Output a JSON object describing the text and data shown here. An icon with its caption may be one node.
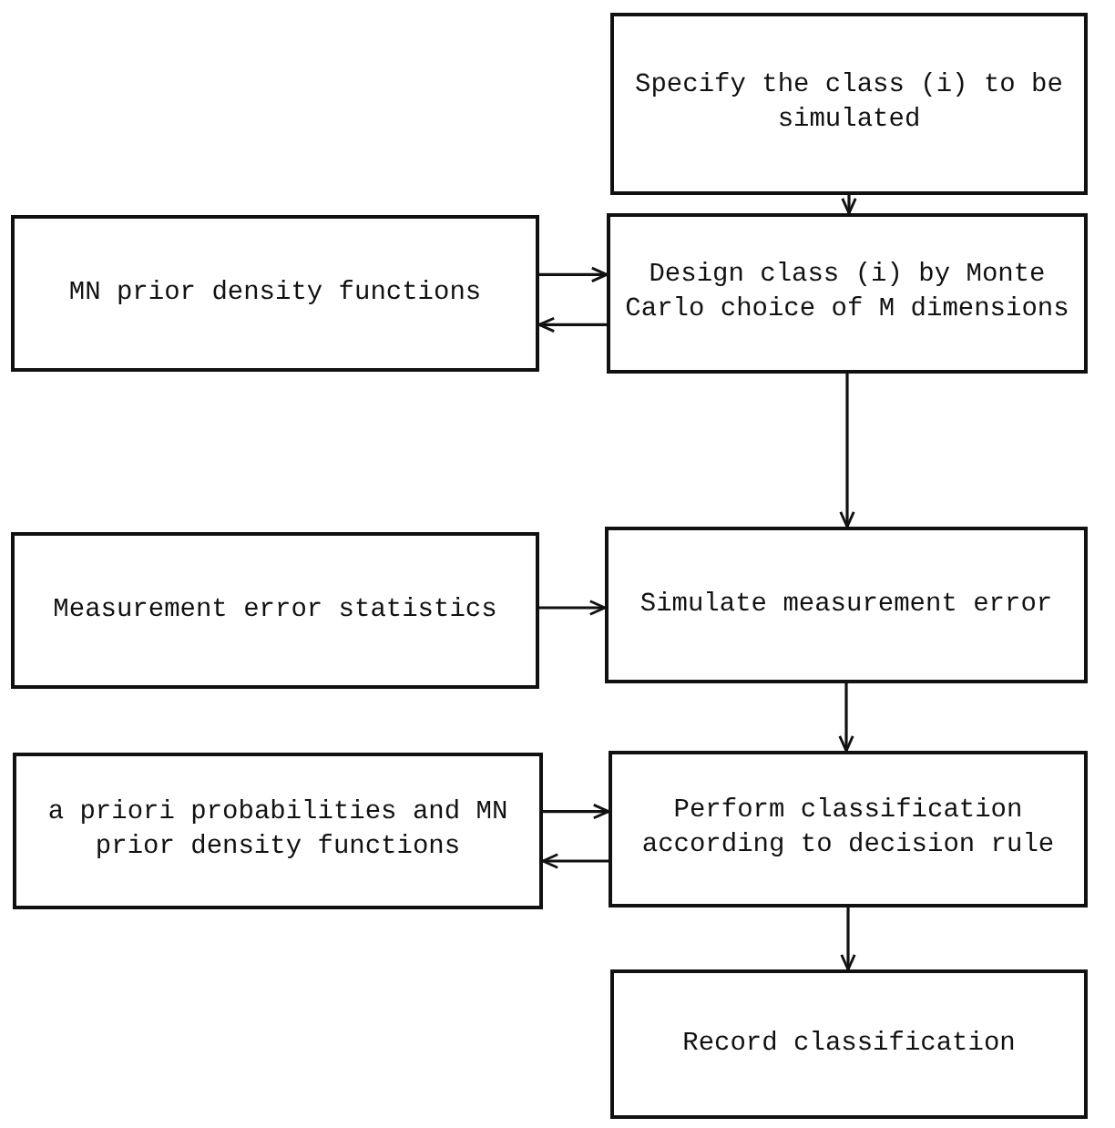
{
  "diagram": {
    "nodes": [
      {
        "text": [
          "Specify the class (i) to be simulated"
        ]
      },
      {
        "text": [
          "MN prior density functions"
        ]
      },
      {
        "text": [
          "Design class (i) by Monte Carlo choice of M dimensions"
        ]
      },
      {
        "text": [
          "Measurement error statistics"
        ]
      },
      {
        "text": [
          "Simulate measurement error"
        ]
      },
      {
        "text": [
          "a priori probabilities and MN prior density functions"
        ]
      },
      {
        "text": [
          "Perform classification according to decision rule"
        ]
      },
      {
        "text": [
          "Record classification"
        ]
      }
    ],
    "edges": [
      {
        "from": 0,
        "to": 2,
        "arrow": "to"
      },
      {
        "from": 1,
        "to": 2,
        "arrow": "to"
      },
      {
        "from": 2,
        "to": 1,
        "arrow": "to"
      },
      {
        "from": 2,
        "to": 4,
        "arrow": "to"
      },
      {
        "from": 3,
        "to": 4,
        "arrow": "to"
      },
      {
        "from": 4,
        "to": 6,
        "arrow": "to"
      },
      {
        "from": 5,
        "to": 6,
        "arrow": "to"
      },
      {
        "from": 6,
        "to": 5,
        "arrow": "to"
      },
      {
        "from": 6,
        "to": 7,
        "arrow": "to"
      }
    ]
  }
}
